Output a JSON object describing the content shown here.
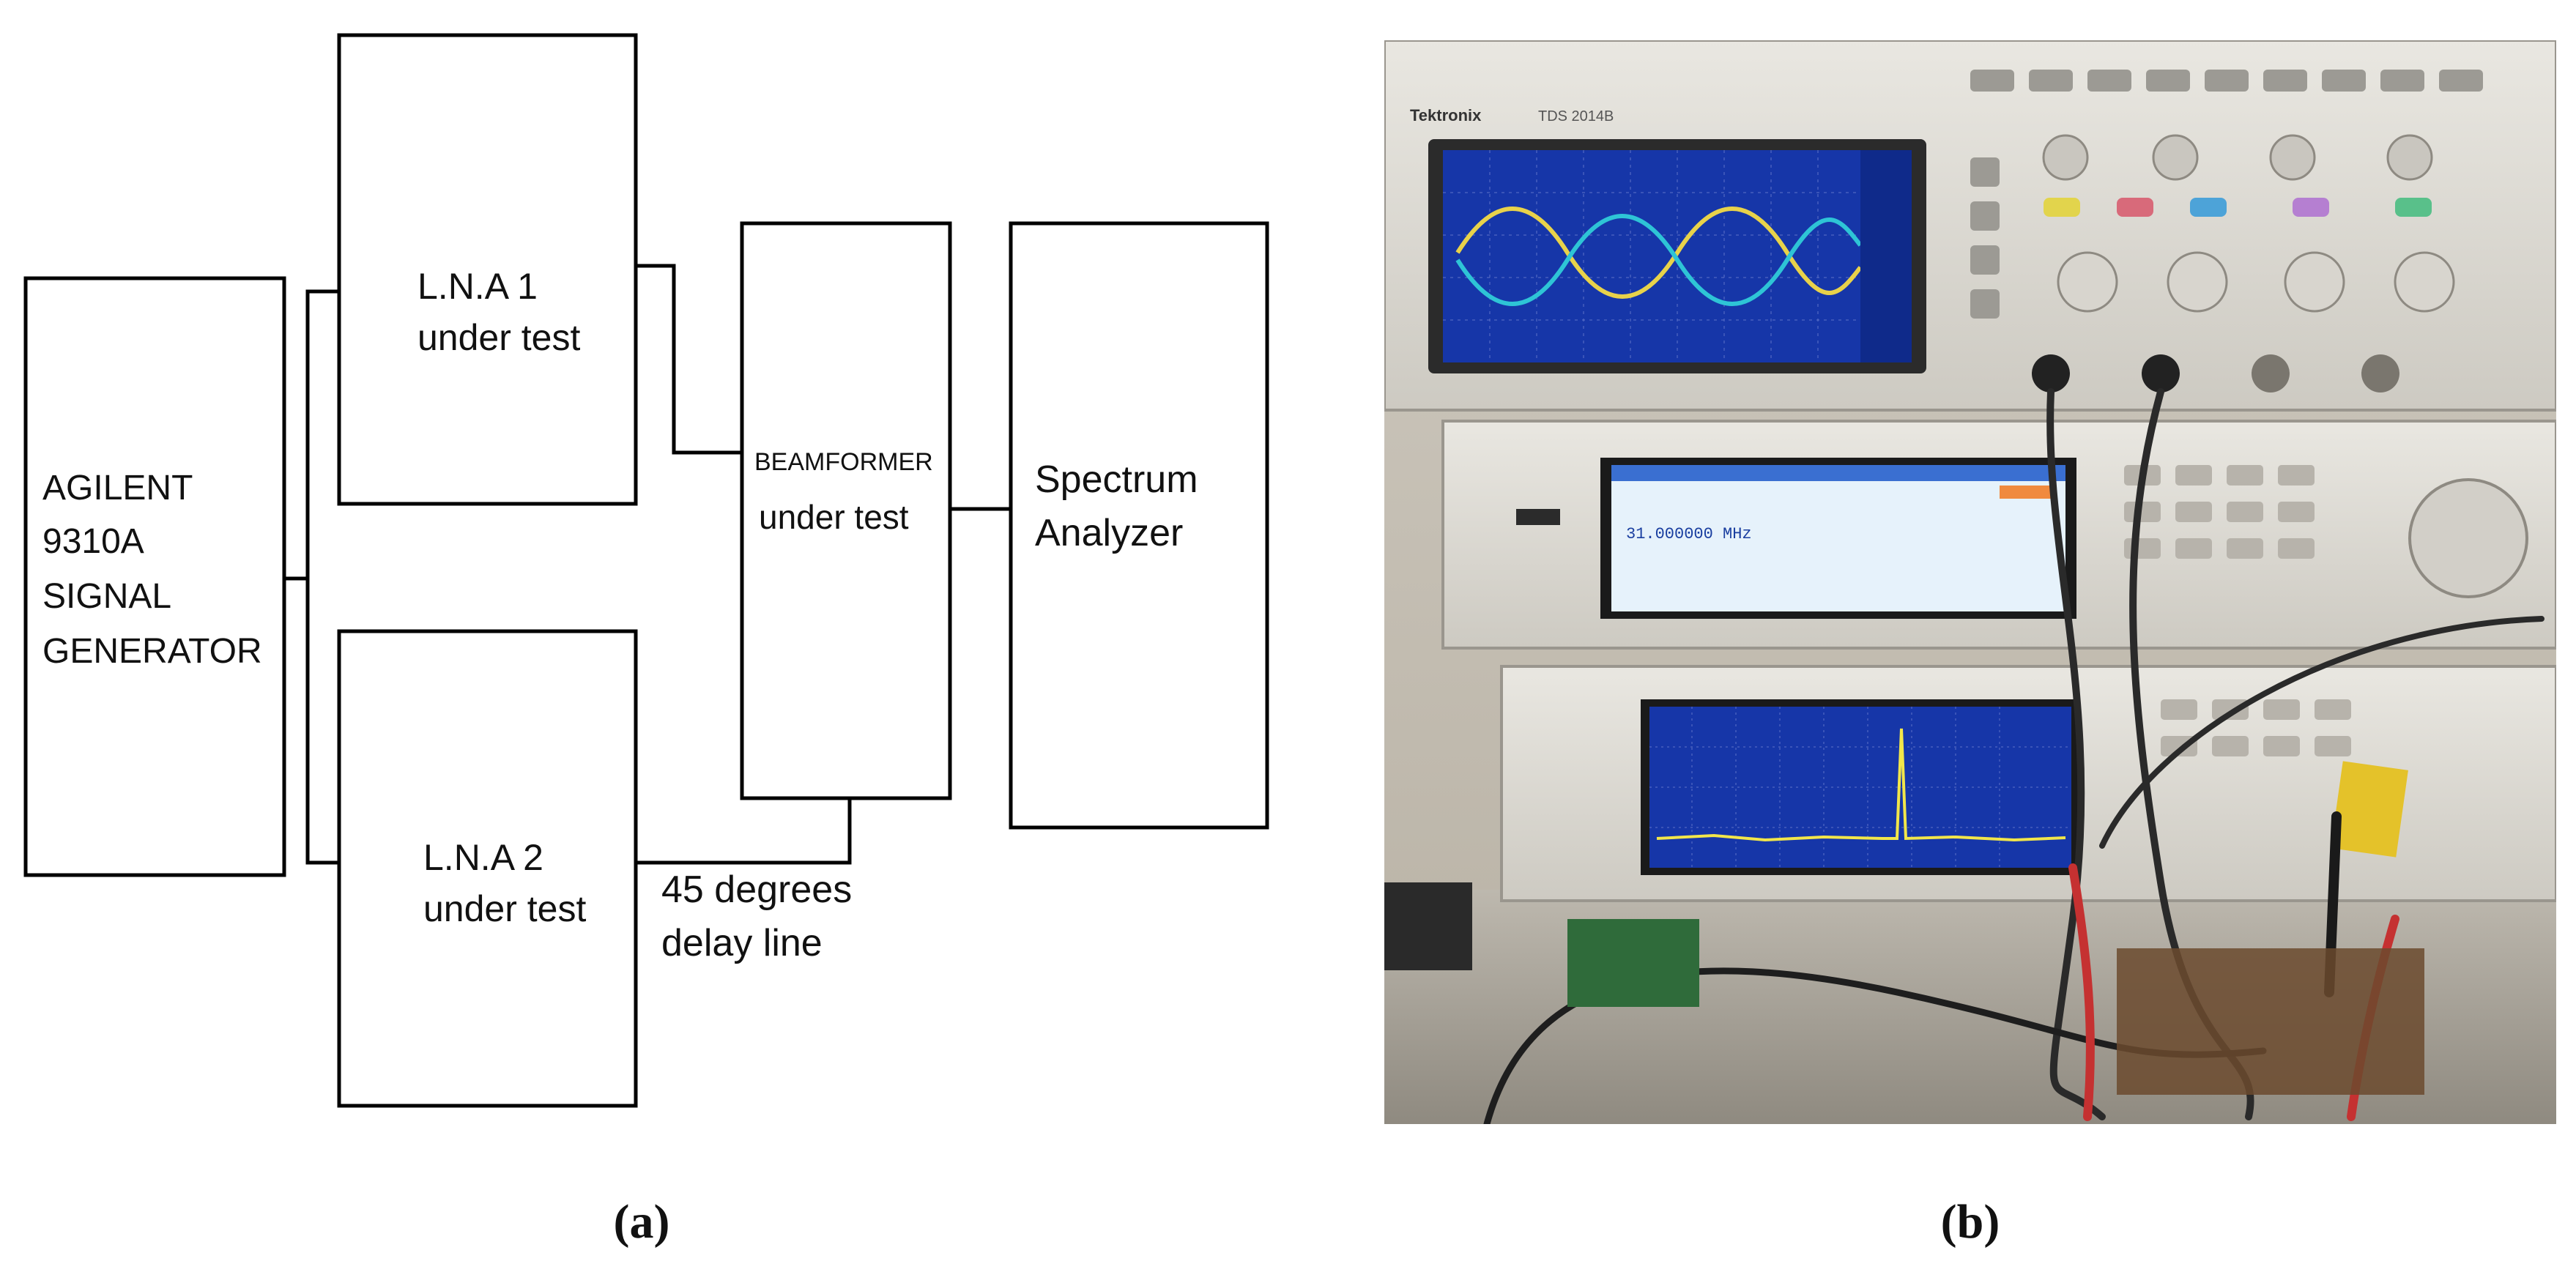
{
  "diagram": {
    "signal_generator": [
      "AGILENT",
      "9310A",
      "SIGNAL",
      "GENERATOR"
    ],
    "lna1": [
      "L.N.A 1",
      "under test"
    ],
    "lna2": [
      "L.N.A 2",
      "under test"
    ],
    "beamformer": [
      "BEAMFORMER",
      "under test"
    ],
    "spectrum_analyzer": [
      "Spectrum",
      "Analyzer"
    ],
    "delay_line": [
      "45 degrees",
      "delay line"
    ]
  },
  "photo": {
    "scope_brand": "Tektronix",
    "scope_model": "TDS 2014B",
    "generator_readout": "31.000000 MHz"
  },
  "captions": {
    "a": "(a)",
    "b": "(b)"
  },
  "colors": {
    "scope_trace_1": "#e8d24a",
    "scope_trace_2": "#2ec4d6",
    "screen_blue": "#1636a8",
    "spectrum_trace": "#f2e64a"
  }
}
